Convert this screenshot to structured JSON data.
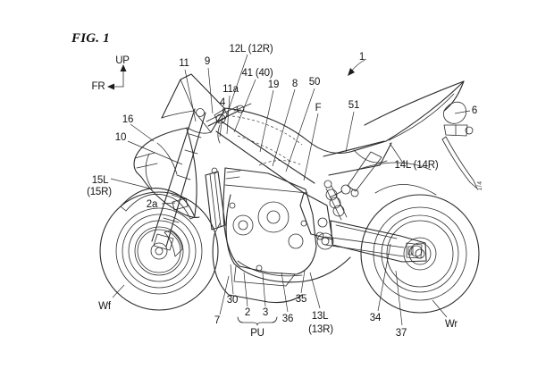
{
  "figure": {
    "title": "FIG. 1",
    "sheet_marker": "1/4",
    "orientation": {
      "up": "UP",
      "front": "FR"
    },
    "subject": "motorcycle-side-view-patent-drawing"
  },
  "labels": {
    "n1": "1",
    "n2": "2",
    "n2a": "2a",
    "n3": "3",
    "n4": "4",
    "n6": "6",
    "n7": "7",
    "n8": "8",
    "n9": "9",
    "n10": "10",
    "n11": "11",
    "n11a": "11a",
    "n12": "12L (12R)",
    "n13a": "13L",
    "n13b": "(13R)",
    "n14": "14L (14R)",
    "n15a": "15L",
    "n15b": "(15R)",
    "n16": "16",
    "n19": "19",
    "n30": "30",
    "n34": "34",
    "n35": "35",
    "n36": "36",
    "n37": "37",
    "n41": "41 (40)",
    "n50": "50",
    "n51": "51",
    "nF": "F",
    "nPU": "PU",
    "nWf": "Wf",
    "nWr": "Wr"
  },
  "colors": {
    "background": "#ffffff",
    "line": "#2b2b2b",
    "text": "#151515"
  }
}
